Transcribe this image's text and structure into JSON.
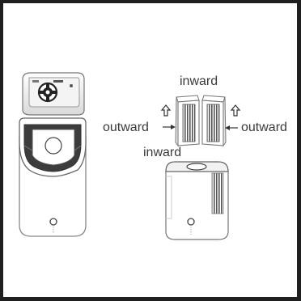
{
  "labels": {
    "inward_top": "inward",
    "inward_bottom": "inward",
    "outward_left": "outward",
    "outward_right": "outward"
  },
  "icons": {
    "up_arrow_left": "up-arrow",
    "up_arrow_right": "up-arrow"
  }
}
